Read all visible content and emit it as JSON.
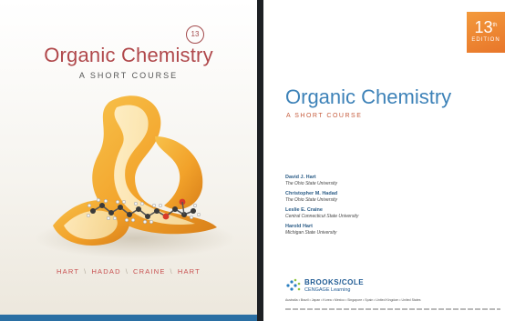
{
  "cover": {
    "edition": "13",
    "title": "Organic Chemistry",
    "subtitle": "A SHORT COURSE",
    "authors": [
      "HART",
      "HADAD",
      "CRAINE",
      "HART"
    ],
    "separator": "\\"
  },
  "title_page": {
    "edition_number": "13",
    "edition_suffix": "th",
    "edition_word": "EDITION",
    "title": "Organic Chemistry",
    "subtitle": "A SHORT COURSE",
    "authors": [
      {
        "name": "David J. Hart",
        "affiliation": "The Ohio State University"
      },
      {
        "name": "Christopher M. Hadad",
        "affiliation": "The Ohio State University"
      },
      {
        "name": "Leslie E. Craine",
        "affiliation": "Central Connecticut State University"
      },
      {
        "name": "Harold Hart",
        "affiliation": "Michigan State University"
      }
    ],
    "publisher": {
      "name": "BROOKS/COLE",
      "tagline": "CENGAGE Learning",
      "cities": "Australia • Brazil • Japan • Korea • Mexico • Singapore • Spain • United Kingdom • United States"
    }
  },
  "colors": {
    "cover_title": "#b0484b",
    "title_page_title": "#3d82b8",
    "edition_badge": "#e8762a",
    "peel_orange": "#f2a62a"
  }
}
